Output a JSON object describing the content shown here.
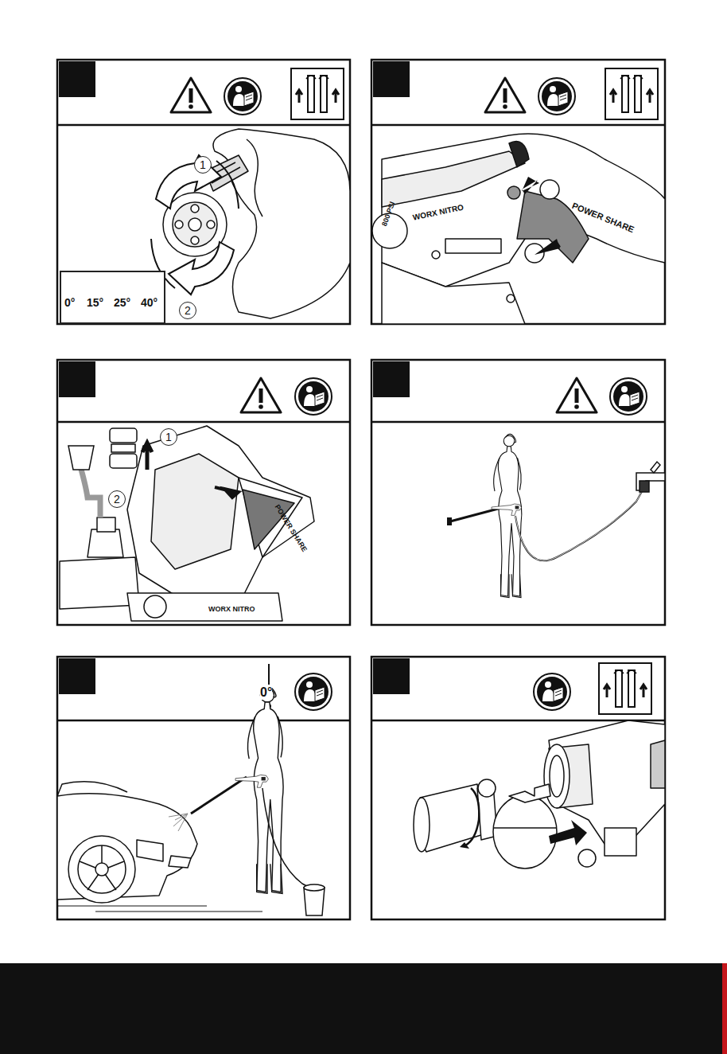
{
  "diagram": {
    "nodes": [
      {
        "text": [
          "0°",
          "15°",
          "25°",
          "40°"
        ]
      },
      {
        "text": [
          "1"
        ]
      },
      {
        "text": [
          "2"
        ]
      },
      {
        "text": [
          "1"
        ]
      },
      {
        "text": [
          "2"
        ]
      }
    ],
    "labels": [
      "0°",
      "WORX NITRO",
      "POWER SHARE",
      "800 PSI",
      "WORX NITRO",
      "POWER SHARE"
    ]
  }
}
